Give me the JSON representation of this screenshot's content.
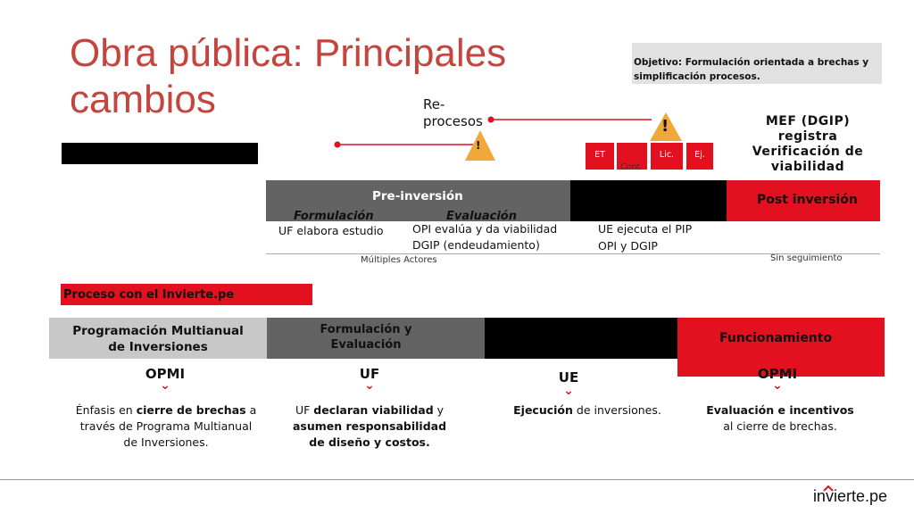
{
  "title": "Obra pública: Principales cambios",
  "objective": "Objetivo: Formulación orientada a  brechas y simplificación procesos.",
  "reprocesos": "Re-procesos",
  "mef": "MEF (DGIP) registra Verificación de viabilidad",
  "warning_mark": "!",
  "stages": {
    "et": "ET",
    "cont": "Cont",
    "lic": "Lic.",
    "ej": "Ej."
  },
  "old_process": {
    "preinversion": "Pre-inversión",
    "formulacion": "Formulación",
    "evaluacion": "Evaluación",
    "postinversion": "Post inversión",
    "uf_estudio": "UF elabora estudio",
    "opi_evalua": "OPI evalúa y da viabilidad",
    "dgip": "DGIP (endeudamiento)",
    "ue_ejecuta": "UE ejecuta el PIP",
    "opi_dgip": "OPI y DGIP",
    "multiples": "Múltiples Actores",
    "sin_seguimiento": "Sin seguimiento"
  },
  "new_process_label": "Proceso con el Invierte.pe",
  "new_process": {
    "programacion": "Programación Multianual de Inversiones",
    "formulacion_eval": "Formulación y Evaluación",
    "funcionamiento": "Funcionamiento"
  },
  "columns": [
    {
      "head": "OPMI",
      "desc_parts": [
        "Énfasis en ",
        "cierre de brechas",
        " a través de Programa Multianual de Inversiones."
      ]
    },
    {
      "head": "UF",
      "desc_parts": [
        "UF ",
        "declaran viabilidad",
        " y ",
        "asumen responsabilidad de diseño y costos."
      ]
    },
    {
      "head": "UE",
      "desc_parts": [
        "Ejecución",
        " de inversiones."
      ]
    },
    {
      "head": "OPMI",
      "desc_parts": [
        "Evaluación e incentivos",
        "al cierre de brechas."
      ]
    }
  ],
  "chevron": "⌄",
  "logo": "invierte.pe",
  "colors": {
    "red": "#e3111f",
    "title_red": "#c4453d",
    "dark_gray": "#636363",
    "light_gray": "#c8c8c8",
    "warn": "#f0a83a"
  }
}
